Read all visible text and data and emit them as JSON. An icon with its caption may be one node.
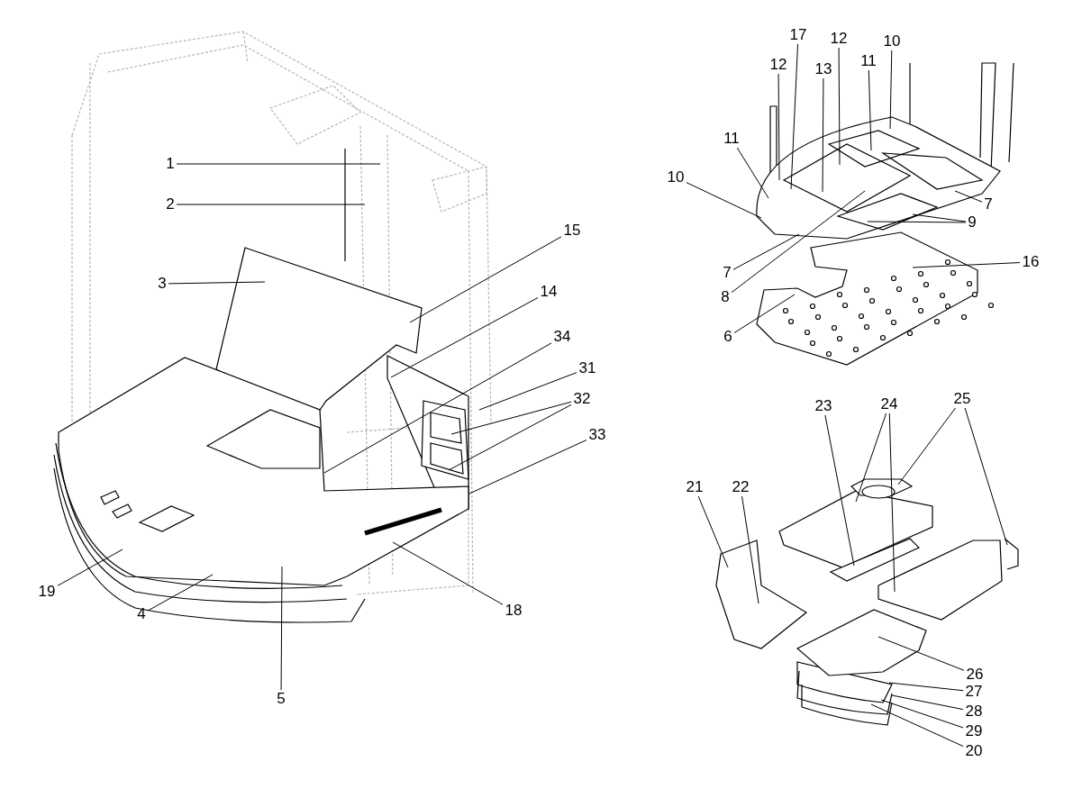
{
  "diagram": {
    "nodes": [
      {
        "text": [
          "1"
        ]
      },
      {
        "text": [
          "2"
        ]
      },
      {
        "text": [
          "3"
        ]
      },
      {
        "text": [
          "15"
        ]
      },
      {
        "text": [
          "14"
        ]
      },
      {
        "text": [
          "34"
        ]
      },
      {
        "text": [
          "31"
        ]
      },
      {
        "text": [
          "32"
        ]
      },
      {
        "text": [
          "33"
        ]
      },
      {
        "text": [
          "19"
        ]
      },
      {
        "text": [
          "4"
        ]
      },
      {
        "text": [
          "5"
        ]
      },
      {
        "text": [
          "18"
        ]
      },
      {
        "text": [
          "17"
        ]
      },
      {
        "text": [
          "12"
        ]
      },
      {
        "text": [
          "10"
        ]
      },
      {
        "text": [
          "12"
        ]
      },
      {
        "text": [
          "13"
        ]
      },
      {
        "text": [
          "11"
        ]
      },
      {
        "text": [
          "11"
        ]
      },
      {
        "text": [
          "10"
        ]
      },
      {
        "text": [
          "7"
        ]
      },
      {
        "text": [
          "9"
        ]
      },
      {
        "text": [
          "16"
        ]
      },
      {
        "text": [
          "7"
        ]
      },
      {
        "text": [
          "8"
        ]
      },
      {
        "text": [
          "6"
        ]
      },
      {
        "text": [
          "23"
        ]
      },
      {
        "text": [
          "24"
        ]
      },
      {
        "text": [
          "25"
        ]
      },
      {
        "text": [
          "21"
        ]
      },
      {
        "text": [
          "22"
        ]
      },
      {
        "text": [
          "26"
        ]
      },
      {
        "text": [
          "27"
        ]
      },
      {
        "text": [
          "28"
        ]
      },
      {
        "text": [
          "29"
        ]
      },
      {
        "text": [
          "20"
        ]
      }
    ],
    "edges": [
      {
        "from": 0,
        "to": null,
        "arrow": "none"
      },
      {
        "from": 1,
        "to": null,
        "arrow": "none"
      },
      {
        "from": 2,
        "to": null,
        "arrow": "none"
      },
      {
        "from": 3,
        "to": null,
        "arrow": "none"
      },
      {
        "from": 4,
        "to": null,
        "arrow": "none"
      },
      {
        "from": 5,
        "to": null,
        "arrow": "none"
      },
      {
        "from": 6,
        "to": null,
        "arrow": "none"
      },
      {
        "from": 7,
        "to": null,
        "arrow": "none"
      },
      {
        "from": 7,
        "to": null,
        "arrow": "none"
      },
      {
        "from": 8,
        "to": null,
        "arrow": "none"
      },
      {
        "from": 9,
        "to": null,
        "arrow": "none"
      },
      {
        "from": 10,
        "to": null,
        "arrow": "none"
      },
      {
        "from": 11,
        "to": null,
        "arrow": "none"
      },
      {
        "from": 12,
        "to": null,
        "arrow": "none"
      },
      {
        "from": 13,
        "to": null,
        "arrow": "none"
      },
      {
        "from": 14,
        "to": null,
        "arrow": "none"
      },
      {
        "from": 15,
        "to": null,
        "arrow": "none"
      },
      {
        "from": 16,
        "to": null,
        "arrow": "none"
      },
      {
        "from": 17,
        "to": null,
        "arrow": "none"
      },
      {
        "from": 18,
        "to": null,
        "arrow": "none"
      },
      {
        "from": 19,
        "to": null,
        "arrow": "none"
      },
      {
        "from": 20,
        "to": null,
        "arrow": "none"
      },
      {
        "from": 21,
        "to": null,
        "arrow": "none"
      },
      {
        "from": 22,
        "to": null,
        "arrow": "none"
      },
      {
        "from": 22,
        "to": null,
        "arrow": "none"
      },
      {
        "from": 23,
        "to": null,
        "arrow": "none"
      },
      {
        "from": 24,
        "to": null,
        "arrow": "none"
      },
      {
        "from": 25,
        "to": null,
        "arrow": "none"
      },
      {
        "from": 26,
        "to": null,
        "arrow": "none"
      },
      {
        "from": 27,
        "to": null,
        "arrow": "none"
      },
      {
        "from": 28,
        "to": null,
        "arrow": "none"
      },
      {
        "from": 28,
        "to": null,
        "arrow": "none"
      },
      {
        "from": 29,
        "to": null,
        "arrow": "none"
      },
      {
        "from": 29,
        "to": null,
        "arrow": "none"
      },
      {
        "from": 30,
        "to": null,
        "arrow": "none"
      },
      {
        "from": 31,
        "to": null,
        "arrow": "none"
      },
      {
        "from": 32,
        "to": null,
        "arrow": "none"
      },
      {
        "from": 33,
        "to": null,
        "arrow": "none"
      },
      {
        "from": 34,
        "to": null,
        "arrow": "none"
      },
      {
        "from": 35,
        "to": null,
        "arrow": "none"
      },
      {
        "from": 36,
        "to": null,
        "arrow": "none"
      }
    ]
  }
}
